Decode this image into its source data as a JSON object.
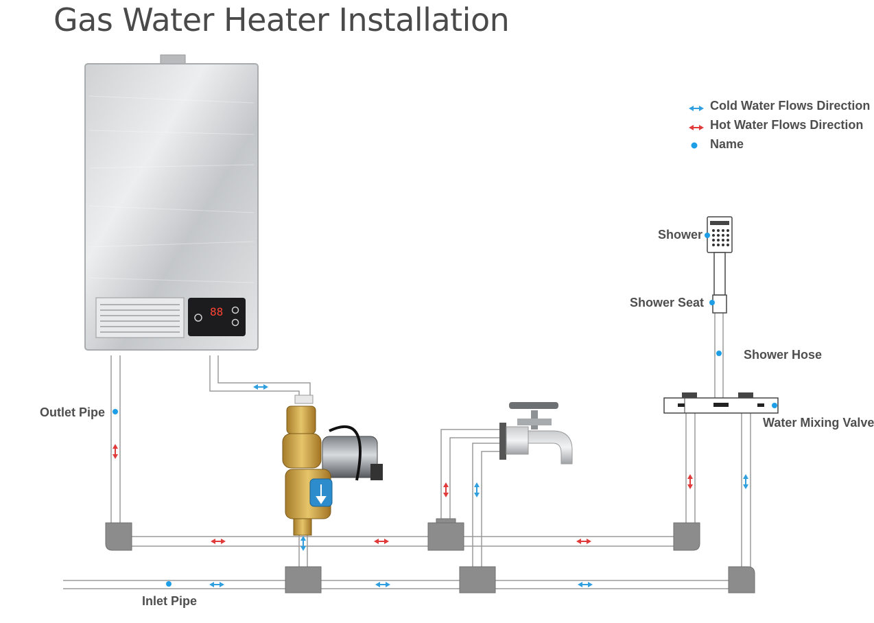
{
  "title": "Gas Water Heater Installation",
  "legend": {
    "cold": "Cold Water Flows Direction",
    "hot": "Hot Water Flows Direction",
    "name": "Name"
  },
  "labels": {
    "outlet_pipe": "Outlet Pipe",
    "inlet_pipe": "Inlet Pipe",
    "shower": "Shower",
    "shower_seat": "Shower Seat",
    "shower_hose": "Shower Hose",
    "water_mixing_valve": "Water Mixing Valve"
  },
  "heater_display": "88",
  "colors": {
    "cold_arrow": "#2f9fe0",
    "hot_arrow": "#e03a3a",
    "name_dot": "#1e9ee6",
    "pipe": "#9a9a9a",
    "fitting": "#8a8a8a",
    "text": "#4e4e4e"
  }
}
